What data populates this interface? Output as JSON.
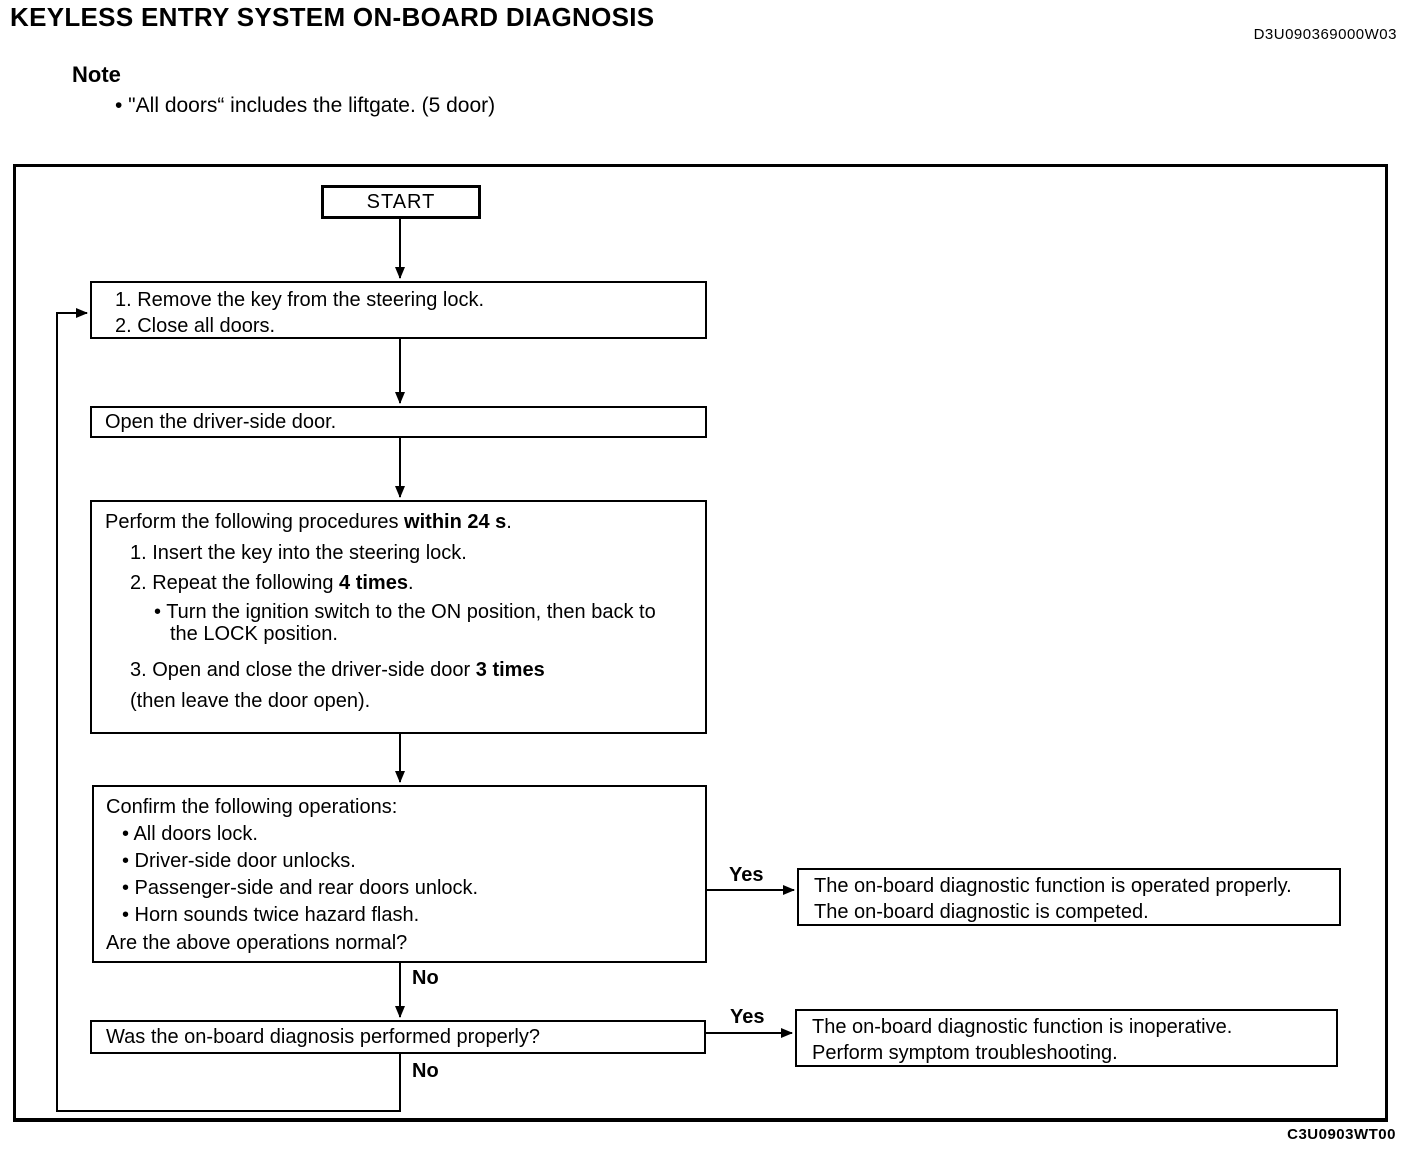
{
  "page": {
    "title": "KEYLESS ENTRY SYSTEM ON-BOARD DIAGNOSIS",
    "doc_code_top": "D3U090369000W03",
    "doc_code_bottom": "C3U0903WT00"
  },
  "note": {
    "label": "Note",
    "item": "•  \"All doors“ includes the liftgate. (5 door)"
  },
  "flowchart": {
    "start": "START",
    "step1": {
      "line1": "1. Remove the key from the steering lock.",
      "line2": "2. Close all doors."
    },
    "step2": {
      "line1": "Open the driver-side door."
    },
    "step3": {
      "intro_pre": "Perform the following procedures ",
      "intro_bold": "within 24 s",
      "intro_post": ".",
      "item1": "1. Insert the key into the steering lock.",
      "item2_pre": "2. Repeat the following ",
      "item2_bold": "4 times",
      "item2_post": ".",
      "sub1": "• Turn the ignition switch to the ON position, then back to",
      "sub2": "the LOCK position.",
      "item3_pre": "3. Open and close the driver-side door ",
      "item3_bold": "3 times",
      "item3_line2": "(then leave the door open)."
    },
    "step4": {
      "intro": "Confirm the following operations:",
      "bullet1": "•  All doors lock.",
      "bullet2": "•  Driver-side door unlocks.",
      "bullet3": "•  Passenger-side and rear doors unlock.",
      "bullet4": "•  Horn sounds twice hazard flash.",
      "question": "Are the above operations normal?"
    },
    "step5": {
      "line1": "Was the on-board diagnosis performed properly?"
    },
    "labels": {
      "yes1": "Yes",
      "no1": "No",
      "yes2": "Yes",
      "no2": "No"
    },
    "result1": {
      "line1": "The on-board diagnostic function is operated properly.",
      "line2": "The on-board diagnostic is competed."
    },
    "result2": {
      "line1": "The on-board diagnostic function is inoperative.",
      "line2": "Perform symptom troubleshooting."
    }
  }
}
